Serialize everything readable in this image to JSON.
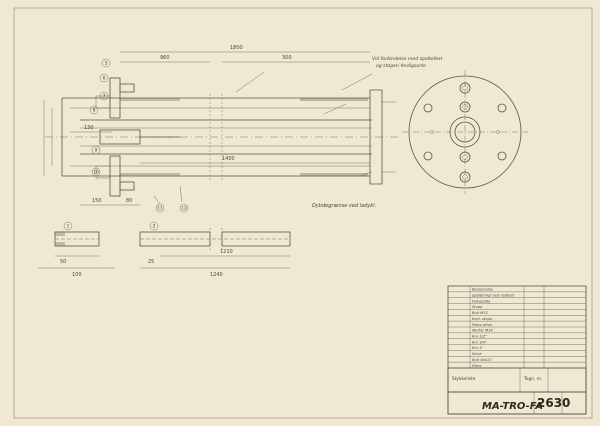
{
  "drawing": {
    "drawing_number": "2630",
    "part_code": "MA-TRO-FA",
    "top_note_1": "Vid forbindelse med spaltefest",
    "top_note_2": "og stoperi ferdigsorte",
    "mid_note": "Dybdegrænse ved ladykl."
  },
  "dimensions": {
    "overall_length": "1800",
    "left_span": "960",
    "right_span": "300",
    "inner_length": "1400",
    "left_inner": "130",
    "bottom_left": "150",
    "bottom_mid": "80",
    "detail1_length": "100",
    "detail1_sub": "50",
    "detail2_length": "1210",
    "detail2_sub": "25",
    "detail2_full": "1240"
  },
  "callouts": [
    "5",
    "6",
    "7",
    "8",
    "9",
    "10",
    "11",
    "12",
    "1",
    "2"
  ],
  "colors": {
    "paper": "#f0e8d3",
    "ink": "#4c453b"
  },
  "title_block": {
    "rows": [
      "Benevnelse",
      "Spalteringl ved nederst",
      "Fiskeplate",
      "Stypp",
      "Bolt M12",
      "Kobl. stopp",
      "Flens skive",
      "Mutter M16",
      "Ror 1/2\"",
      "Ror 3/4\"",
      "Ror 1\"",
      "Skive",
      "Bolt 40x12",
      "Flens"
    ],
    "stamp_line_1": "Stykkeliste",
    "stamp_line_2": "Tegn. nr."
  }
}
